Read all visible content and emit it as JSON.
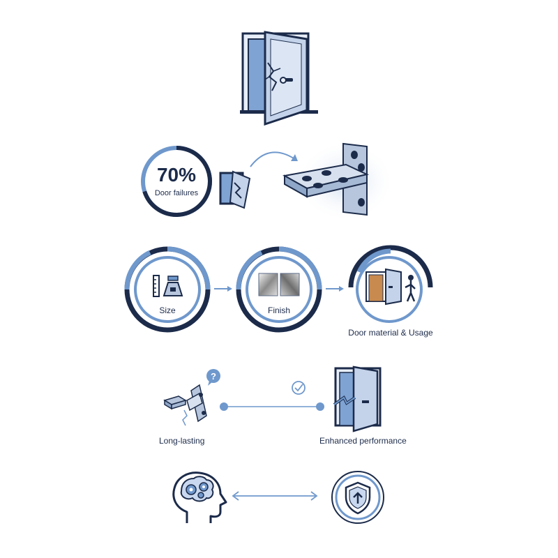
{
  "stat": {
    "value": "70%",
    "caption": "Door failures",
    "fraction": 0.7
  },
  "factors": [
    {
      "label": "Size",
      "icon": "ruler-scale-icon"
    },
    {
      "label": "Finish",
      "icon": "finish-swatches-icon"
    },
    {
      "label": "Door material & Usage",
      "icon": "door-person-icon"
    }
  ],
  "outcomes": {
    "left_label": "Long-lasting",
    "right_label": "Enhanced performance"
  },
  "icons": {
    "top": "broken-door-icon",
    "small_broken": "small-broken-door-icon",
    "bracket": "hinge-bracket-icon",
    "question": "question-bubble-icon",
    "check": "check-circle-icon",
    "brain": "head-gears-icon",
    "shield": "shield-upload-icon"
  },
  "colors": {
    "navy": "#1c2b4a",
    "accent": "#6f98cc",
    "light": "#c9d8ee",
    "metal": "#b7c6dc"
  }
}
